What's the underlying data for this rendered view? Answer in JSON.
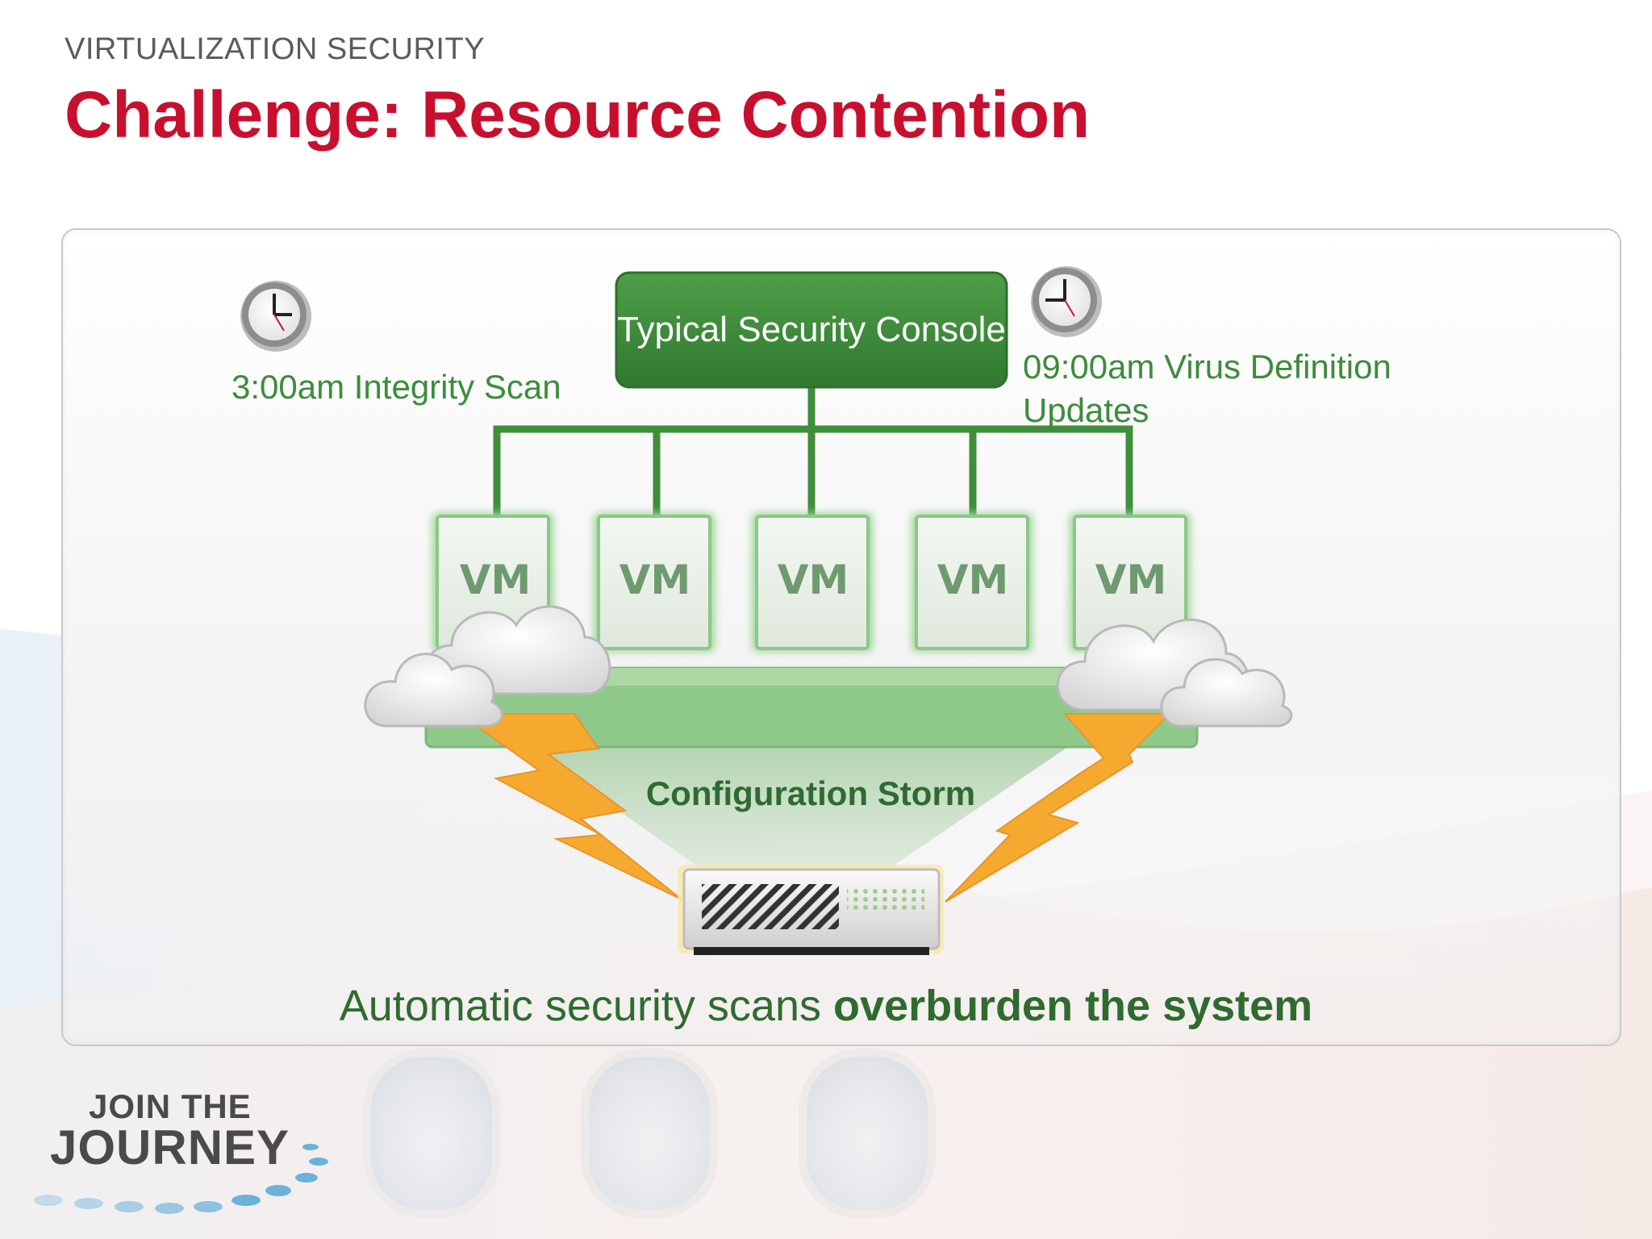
{
  "slide": {
    "kicker": "VIRTUALIZATION SECURITY",
    "title": "Challenge: Resource Contention",
    "caption_regular": "Automatic security scans ",
    "caption_bold": "overburden the system"
  },
  "diagram": {
    "console_label": "Typical Security Console",
    "left_event": "3:00am Integrity Scan",
    "right_event": "09:00am Virus  Definition Updates",
    "vm_labels": [
      "VM",
      "VM",
      "VM",
      "VM",
      "VM"
    ],
    "storm_label": "Configuration Storm",
    "icons": [
      "clock-icon",
      "clock-icon",
      "cloud-icon",
      "cloud-icon",
      "lightning-icon",
      "lightning-icon",
      "server-icon"
    ]
  },
  "branding": {
    "logo_line1": "JOIN THE",
    "logo_line2": "JOURNEY"
  },
  "colors": {
    "title_red": "#c8102e",
    "console_green": "#3f8a3c",
    "line_green": "#3f8f3a",
    "text_green": "#3c8c3c",
    "caption_green": "#2f6b2f",
    "bolt_orange": "#f5a92e"
  }
}
